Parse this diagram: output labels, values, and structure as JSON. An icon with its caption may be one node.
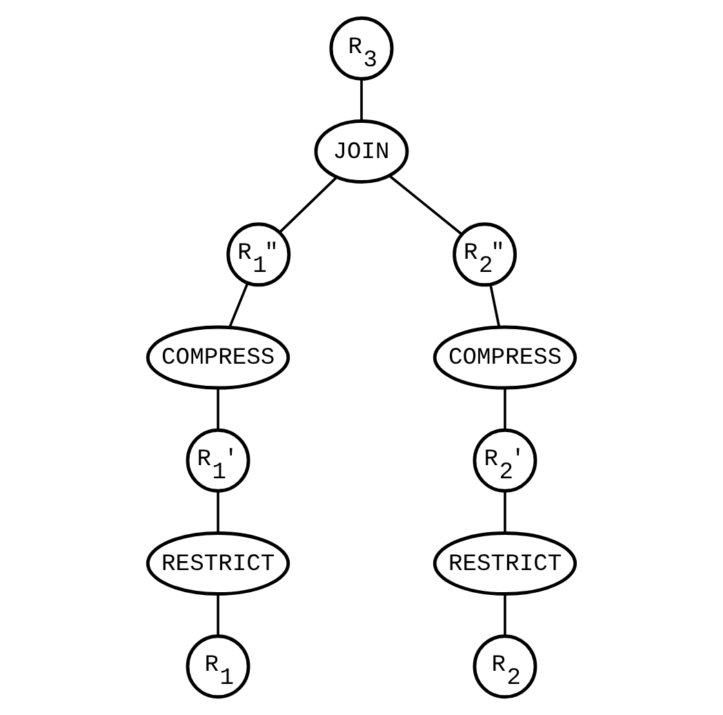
{
  "diagram": {
    "nodes": [
      {
        "text": [
          "R$_{3}$"
        ]
      },
      {
        "text": [
          "JOIN"
        ]
      },
      {
        "text": [
          "R$_{1}$\""
        ]
      },
      {
        "text": [
          "R$_{2}$\""
        ]
      },
      {
        "text": [
          "COMPRESS"
        ]
      },
      {
        "text": [
          "COMPRESS"
        ]
      },
      {
        "text": [
          "R$_{1}$'"
        ]
      },
      {
        "text": [
          "R$_{2}$'"
        ]
      },
      {
        "text": [
          "RESTRICT"
        ]
      },
      {
        "text": [
          "RESTRICT"
        ]
      },
      {
        "text": [
          "R$_{1}$"
        ]
      },
      {
        "text": [
          "R$_{2}$"
        ]
      }
    ],
    "edges": [
      {
        "from": 0,
        "to": 1,
        "arrow": "none"
      },
      {
        "from": 1,
        "to": 2,
        "arrow": "none"
      },
      {
        "from": 1,
        "to": 3,
        "arrow": "none"
      },
      {
        "from": 2,
        "to": 4,
        "arrow": "none"
      },
      {
        "from": 3,
        "to": 5,
        "arrow": "none"
      },
      {
        "from": 4,
        "to": 6,
        "arrow": "none"
      },
      {
        "from": 5,
        "to": 7,
        "arrow": "none"
      },
      {
        "from": 6,
        "to": 8,
        "arrow": "none"
      },
      {
        "from": 7,
        "to": 9,
        "arrow": "none"
      },
      {
        "from": 8,
        "to": 10,
        "arrow": "none"
      },
      {
        "from": 9,
        "to": 11,
        "arrow": "none"
      }
    ]
  }
}
